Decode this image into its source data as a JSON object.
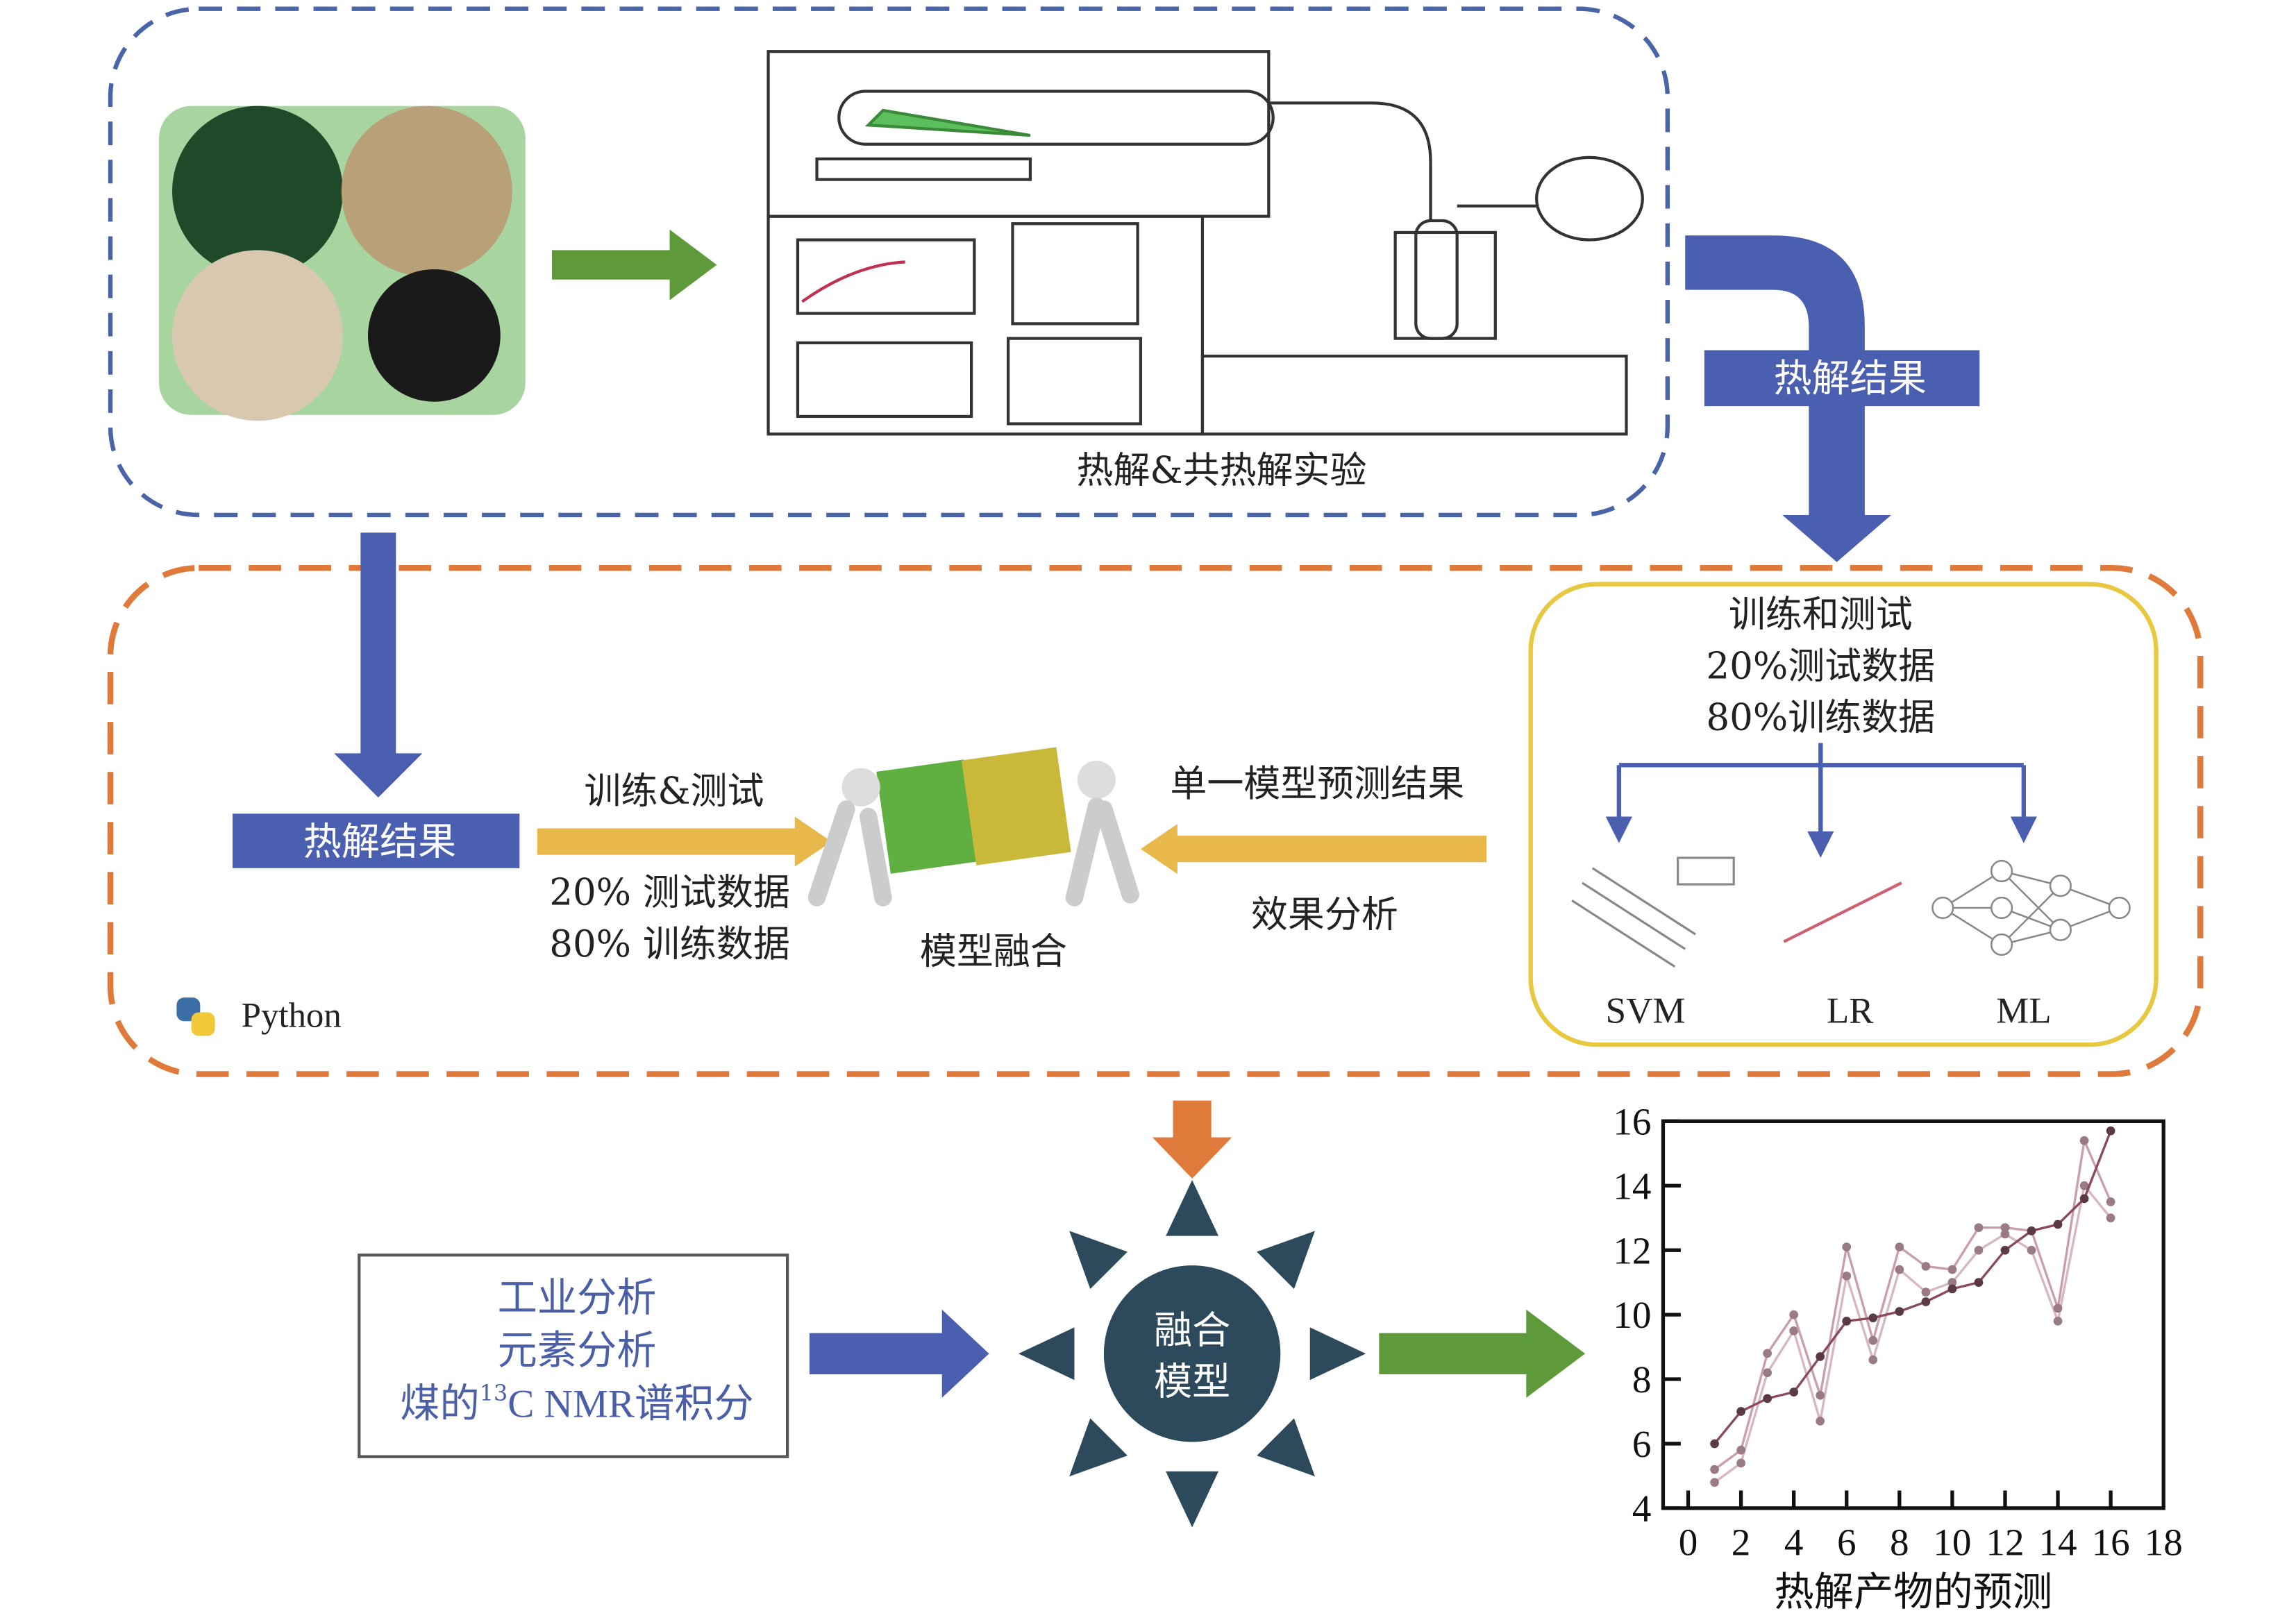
{
  "top": {
    "experiment_label": "热解&共热解实验",
    "result_label_right": "热解结果"
  },
  "python": {
    "result_label_left": "热解结果",
    "train_test_label": "训练&测试",
    "test_data_label": "20% 测试数据",
    "train_data_label": "80% 训练数据",
    "fusion_label": "模型融合",
    "single_model_label": "单一模型预测结果",
    "effect_label": "效果分析",
    "python_label": "Python",
    "models_box": {
      "title": "训练和测试",
      "test_data": "20%测试数据",
      "train_data": "80%训练数据",
      "models": [
        "SVM",
        "LR",
        "ML"
      ]
    }
  },
  "bottom": {
    "inputs": [
      "工业分析",
      "元素分析",
      "煤的",
      "13",
      "C NMR谱积分"
    ],
    "center_line1": "融合",
    "center_line2": "模型"
  },
  "colors": {
    "blue_dash": "#4a64a8",
    "orange_dash": "#e07a3a",
    "blue_arrow": "#4a5fb0",
    "green_arrow": "#5f9a3a",
    "yellow_arrow": "#e9b84a",
    "sun": "#2c4a5c",
    "input_text": "#4a5fa8"
  },
  "chart_data": {
    "type": "line",
    "xlabel": "热解产物的预测",
    "ylabel": "",
    "xlim": [
      0,
      18
    ],
    "ylim": [
      4,
      16
    ],
    "xticks": [
      "0",
      "2",
      "4",
      "6",
      "8",
      "10",
      "12",
      "14",
      "16",
      "18"
    ],
    "yticks": [
      "4",
      "6",
      "8",
      "10",
      "12",
      "14",
      "16"
    ],
    "x": [
      1,
      2,
      3,
      4,
      5,
      6,
      7,
      8,
      9,
      10,
      11,
      12,
      13,
      14,
      15,
      16
    ],
    "series": [
      {
        "values": [
          6.0,
          7.0,
          7.4,
          7.6,
          8.7,
          9.8,
          9.9,
          10.1,
          10.4,
          10.8,
          11.0,
          12.0,
          12.6,
          12.8,
          13.6,
          15.7
        ],
        "color": "#8a4a5a"
      },
      {
        "values": [
          5.2,
          5.8,
          8.8,
          10.0,
          7.5,
          12.1,
          9.2,
          12.1,
          11.5,
          11.4,
          12.7,
          12.7,
          12.6,
          10.2,
          15.4,
          13.5
        ],
        "color": "#c9a0aa"
      },
      {
        "values": [
          4.8,
          5.4,
          8.2,
          9.5,
          6.7,
          11.2,
          8.6,
          11.4,
          10.7,
          11.0,
          12.0,
          12.5,
          12.0,
          9.8,
          14.0,
          13.0
        ],
        "color": "#d8b8c0"
      }
    ]
  }
}
